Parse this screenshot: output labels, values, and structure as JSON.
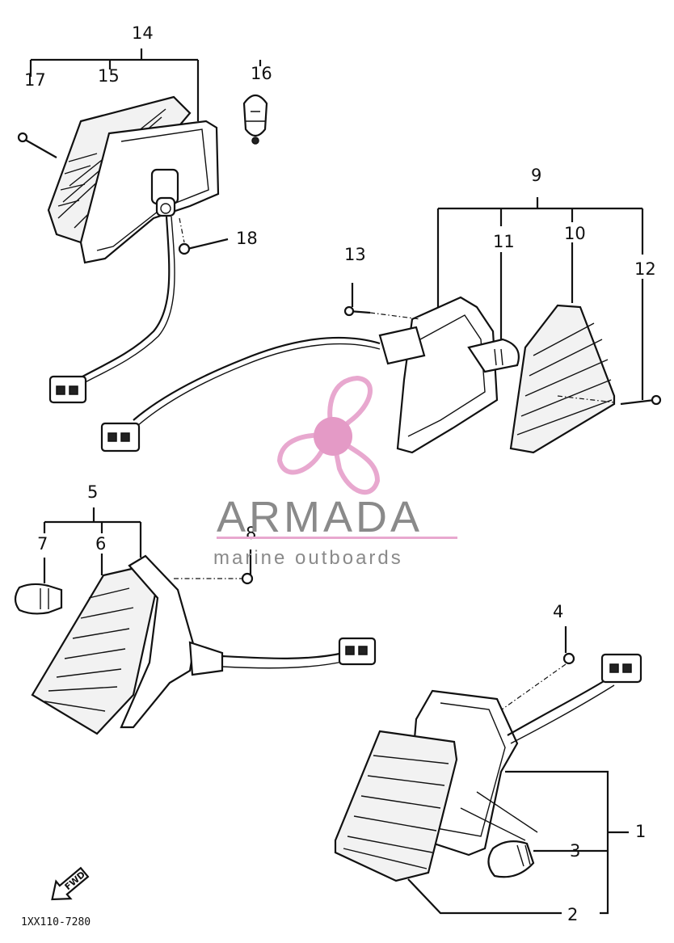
{
  "diagram": {
    "part_code": "1XX110-7280",
    "forward_label": "FWD",
    "callouts": {
      "c1": "1",
      "c2": "2",
      "c3": "3",
      "c4": "4",
      "c5": "5",
      "c6": "6",
      "c7": "7",
      "c8": "8",
      "c9": "9",
      "c10": "10",
      "c11": "11",
      "c12": "12",
      "c13": "13",
      "c14": "14",
      "c15": "15",
      "c16": "16",
      "c17": "17",
      "c18": "18"
    }
  },
  "watermark": {
    "brand": "ARMADA",
    "tagline": "marine outboards",
    "colors": {
      "propeller": "#e8a8cf",
      "hub": "#e49ac6",
      "text": "#8a8a8a"
    },
    "icon": "propeller-icon"
  }
}
